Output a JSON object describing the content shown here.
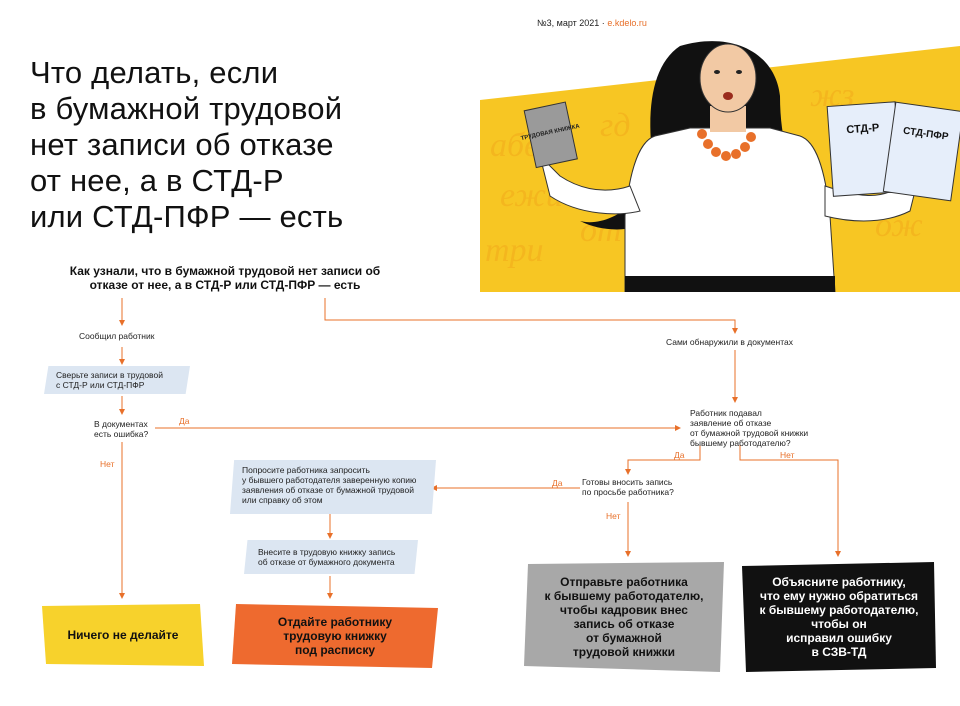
{
  "header": {
    "issue": "№3, март 2021 · ",
    "site": "e.kdelo.ru"
  },
  "title": "Что делать, если\nв бумажной трудовой\nнет записи об отказе\nот нее, а в СТД-Р\nили СТД-ПФР — есть",
  "illustration": {
    "book_label": "ТРУДОВАЯ КНИЖКА",
    "doc1_label": "СТД-Р",
    "doc2_label": "СТД-ПФР"
  },
  "flow": {
    "main_question": "Как узнали, что в бумажной трудовой нет записи об отказе от нее, а в СТД-Р или СТД-ПФР — есть",
    "branch_left": "Сообщил работник",
    "branch_right": "Сами обнаружили в документах",
    "check_records": "Сверьте записи в трудовой\nс СТД-Р или СТД-ПФР",
    "error_question": "В документах\nесть ошибка?",
    "label_yes_1": "Да",
    "label_no_1": "Нет",
    "applied_question": "Работник подавал\nзаявление об отказе\nот бумажной трудовой книжки\nбывшему работодателю?",
    "label_yes_2": "Да",
    "label_no_2": "Нет",
    "ready_question": "Готовы вносить запись\nпо просьбе работника?",
    "label_yes_3": "Да",
    "label_no_3": "Нет",
    "ask_copy": "Попросите работника запросить\nу бывшего работодателя заверенную копию\nзаявления об отказе от бумажной трудовой\nили справку об этом",
    "enter_record": "Внесите в трудовую книжку запись\nоб отказе от бумажного документа",
    "final_nothing": "Ничего не делайте",
    "final_give": "Отдайте работнику\nтрудовую книжку\nпод расписку",
    "final_send": "Отправьте работника\nк бывшему работодателю,\nчтобы кадровик внес\nзапись об отказе\nот бумажной\nтрудовой книжки",
    "final_explain": "Объясните работнику,\nчто ему нужно обратиться\nк бывшему работодателю,\nчтобы он\nисправил ошибку\nв СЗВ-ТД"
  },
  "colors": {
    "accent_orange": "#e8702a",
    "yellow": "#f7d22c",
    "light_blue": "#dce6f2",
    "gray": "#a8a8a8",
    "black": "#111111"
  }
}
